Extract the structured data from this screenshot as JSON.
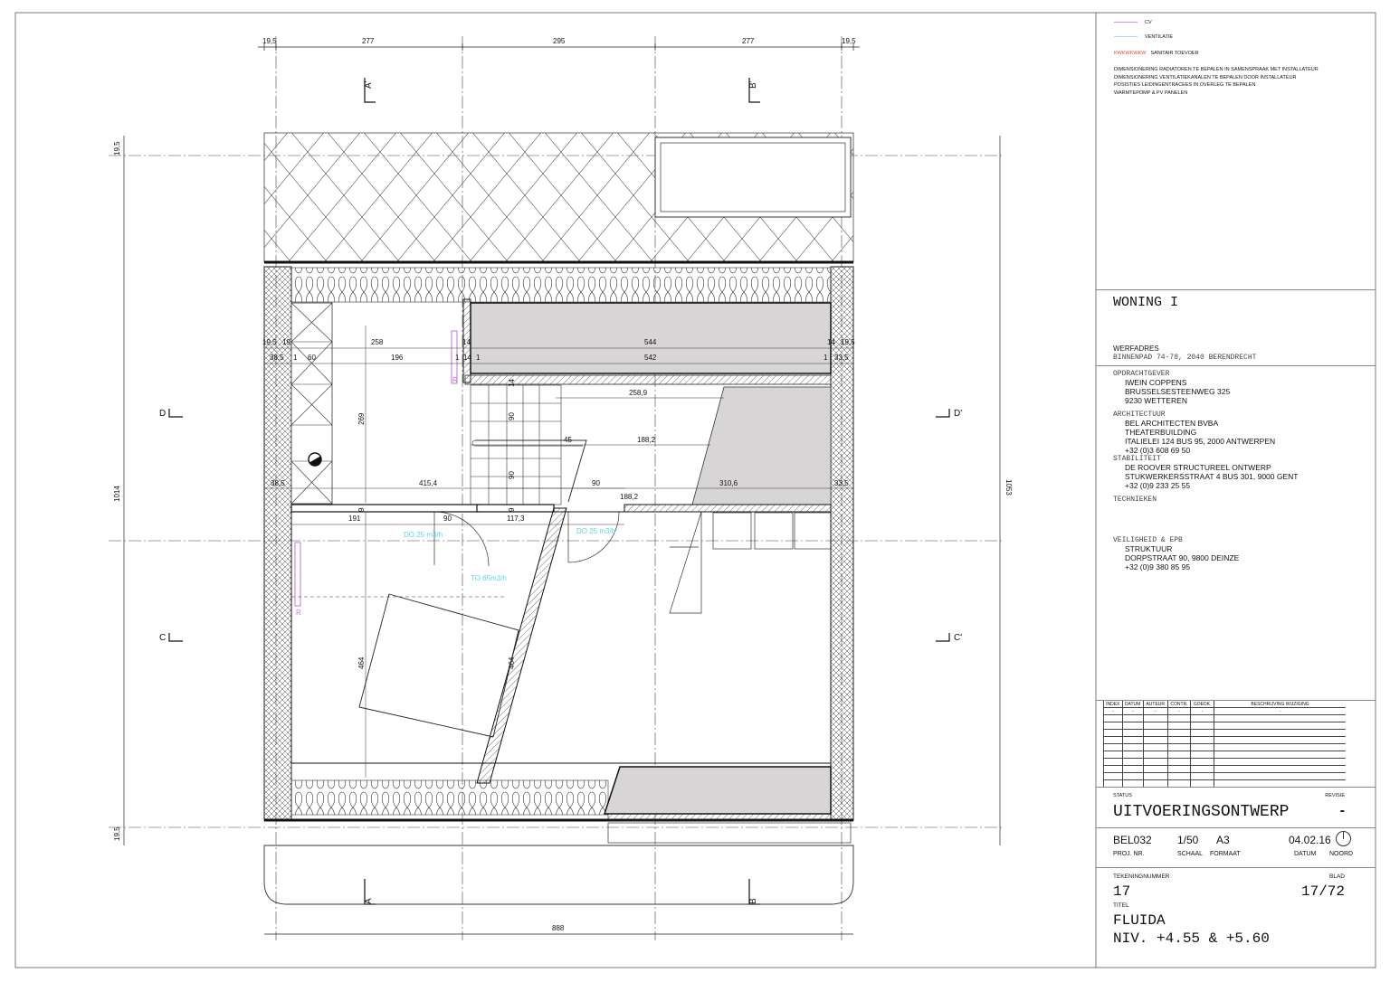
{
  "legend": [
    {
      "label": "CV",
      "color": "#d88fe0"
    },
    {
      "label": "VENTILATIE",
      "color": "#9fe0ea"
    },
    {
      "label": "SANITAIR TOEVOER",
      "sample": "KWKWKWKW",
      "color": "#e04a3a"
    }
  ],
  "notes": [
    "DIMENSIONERING RADIATOREN TE BEPALEN IN SAMENSPRAAK MET INSTALLATEUR",
    "DIMENSIONERING VENTILATIEKANALEN TE BEPALEN DOOR INSTALLATEUR",
    "POSISTIES LEIDINGENTRACEES IN OVERLEG TE BEPALEN",
    "WARMTEPOMP & PV PANELEN"
  ],
  "project": {
    "name": "WONING I",
    "site_label": "WERFADRES",
    "site": "BINNENPAD 74-78, 2040 BERENDRECHT",
    "client_label": "OPDRACHTGEVER",
    "client": [
      "IWEIN COPPENS",
      "BRUSSELSESTEENWEG 325",
      "9230 WETTEREN"
    ],
    "architect_label": "ARCHITECTUUR",
    "architect": [
      "BEL ARCHITECTEN BVBA",
      "THEATERBUILDING",
      "ITALIELEI 124 BUS 95, 2000 ANTWERPEN",
      "+32 (0)3 608 69 50"
    ],
    "stability_label": "STABILITEIT",
    "stability": [
      "DE ROOVER STRUCTUREEL ONTWERP",
      "STUKWERKERSSTRAAT 4 BUS 301, 9000 GENT",
      "+32 (0)9 233 25 55"
    ],
    "techniques_label": "TECHNIEKEN",
    "safety_label": "VEILIGHEID & EPB",
    "safety": [
      "STRUKTUUR",
      "DORPSTRAAT 90, 9800 DEINZE",
      "+32 (0)9 380 85 95"
    ]
  },
  "revisions": {
    "headers": [
      "INDEX",
      "DATUM",
      "AUTEUR",
      "CONTR.",
      "GOEDK.",
      "BESCHRIJVING WIJZIGING"
    ],
    "row": [
      "-",
      "-",
      "-",
      "-",
      "-",
      "-"
    ]
  },
  "titleblock": {
    "status_label": "STATUS",
    "status": "UITVOERINGSONTWERP",
    "revision_label": "REVISIE",
    "revision": "-",
    "proj_nr": "BEL032",
    "proj_nr_label": "PROJ. NR.",
    "scale": "1/50",
    "scale_label": "SCHAAL",
    "format": "A3",
    "format_label": "FORMAAT",
    "date": "04.02.16",
    "date_label": "DATUM",
    "north_label": "NOORD",
    "drawing_nr_label": "TEKENINGNUMMER",
    "drawing_nr": "17",
    "sheet_label": "BLAD",
    "sheet": "17/72",
    "title_label": "TITEL",
    "title_1": "FLUIDA",
    "title_2": "NIV. +4.55 & +5.60"
  },
  "drawing": {
    "top_dims": [
      "19,5",
      "277",
      "295",
      "277",
      "19,5"
    ],
    "bottom_dim": "888",
    "left_dims": [
      "19,5",
      "1014",
      "19,5"
    ],
    "right_dim": "1053",
    "sections": {
      "a": "A",
      "a_prime": "A'",
      "b": "B",
      "b_prime": "B'",
      "c": "C",
      "c_prime": "C'",
      "d": "D",
      "d_prime": "D'"
    },
    "inner_dims": [
      "19,5",
      "19",
      "258",
      "14",
      "544",
      "14",
      "19,5",
      "38,5",
      "1",
      "60",
      "196",
      "1",
      "14",
      "1",
      "542",
      "1",
      "33,5",
      "14",
      "258,9",
      "90",
      "45",
      "188,2",
      "269",
      "90",
      "38,5",
      "415,4",
      "90",
      "310,6",
      "33,5",
      "188,2",
      "9",
      "9",
      "191",
      "90",
      "117,3",
      "464",
      "464"
    ],
    "vent": [
      "DO 25 m3/h",
      "DO 25 m3/h",
      "TO 65m3/h"
    ],
    "radiator_mark": "R"
  }
}
